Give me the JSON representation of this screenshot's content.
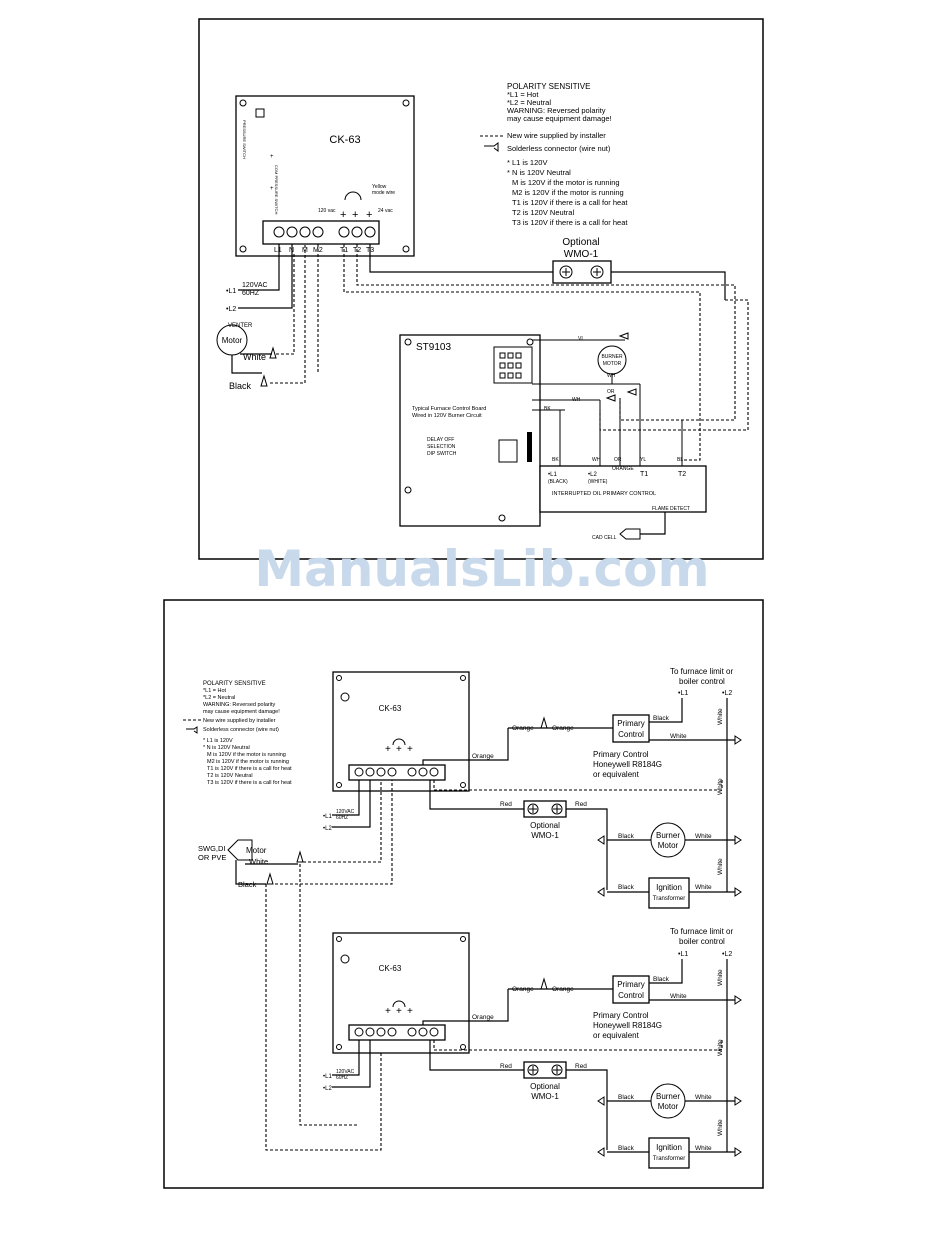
{
  "watermark": "ManualsLib.com",
  "diagram1": {
    "ck_label": "CK-63",
    "yellow_wire": [
      "Yellow",
      "mode wire"
    ],
    "v120": "120 vac",
    "v24": "24 vac",
    "side_labels": [
      "PRESSURE SWITCH",
      "COM PRESSURE SWITCH"
    ],
    "terminals": [
      "L1",
      "N",
      "M",
      "M2",
      "T1",
      "T2",
      "T3"
    ],
    "supply": [
      "120VAC",
      "60HZ"
    ],
    "l1": "•L1",
    "l2": "•L2",
    "vent": "VENTER",
    "motor": "Motor",
    "white": "White",
    "black": "Black",
    "wmo": [
      "Optional",
      "WMO-1"
    ],
    "st": "ST9103",
    "board_note": [
      "Typical Furnace Control Board",
      "Wired in 120V Burner Circuit"
    ],
    "delay": [
      "DELAY OFF",
      "SELECTION",
      "DIP SWITCH"
    ],
    "burner": [
      "BURNER",
      "MOTOR"
    ],
    "wire_tags": [
      "VI",
      "BK",
      "WH",
      "OR",
      "WH",
      "BK",
      "WH",
      "OR",
      "YL",
      "BL"
    ],
    "control_terms": [
      "•L1",
      "•L2",
      "T1",
      "T2"
    ],
    "control_notes": [
      "(BLACK)",
      "(WHITE)",
      "ORANGE"
    ],
    "interrupted": "INTERRUPTED OIL PRIMARY CONTROL",
    "flame": "FLAME DETECT",
    "cad": "CAD CELL"
  },
  "legend1": {
    "title": "POLARITY SENSITIVE",
    "l1": "*L1 = Hot",
    "l2": "*L2 = Neutral",
    "warn": [
      "WARNING: Reversed polarity",
      "may cause equipment damage!"
    ],
    "newwire": "New wire supplied by installer",
    "nut": "Solderless connector (wire nut)",
    "items": [
      "* L1 is 120V",
      "* N is 120V Neutral",
      "M is 120V if the motor is running",
      "M2 is 120V if the motor is running",
      "T1 is 120V if there is a call for heat",
      "T2 is 120V Neutral",
      "T3 is 120V if there is a call for heat"
    ]
  },
  "diagram2": {
    "ck_label": "CK-63",
    "to_furnace": [
      "To furnace limit or",
      "boiler control"
    ],
    "primary": [
      "Primary",
      "Control"
    ],
    "primary_note": [
      "Primary Control",
      "Honeywell R8184G",
      "or equivalent"
    ],
    "orange": "Orange",
    "red": "Red",
    "black": "Black",
    "white": "White",
    "wmo": [
      "Optional",
      "WMO-1"
    ],
    "burner": [
      "Burner",
      "Motor"
    ],
    "ignition": [
      "Ignition",
      "Transformer"
    ],
    "supply": [
      "120VAC",
      "60HZ"
    ],
    "l1": "•L1",
    "l2": "•L2",
    "motor": "Motor",
    "swg": [
      "SWG,DI",
      "OR PVE"
    ]
  },
  "legend2": {
    "title": "POLARITY SENSITIVE",
    "l1": "*L1 = Hot",
    "l2": "*L2 = Neutral",
    "warn": [
      "WARNING: Reversed polarity",
      "may cause equipment damage!"
    ],
    "newwire": "New wire supplied by installer",
    "nut": "Solderless connector (wire nut)",
    "items": [
      "* L1 is 120V",
      "* N is 120V Neutral",
      "M is 120V if the motor is running",
      "M2 is 120V if the motor is running",
      "T1 is 120V if there is a call for heat",
      "T2 is 120V Neutral",
      "T3 is 120V if there is a call for heat"
    ]
  },
  "diagram3": {
    "ck_label": "CK-63",
    "to_furnace": [
      "To furnace limit or",
      "boiler control"
    ],
    "primary": [
      "Primary",
      "Control"
    ],
    "primary_note": [
      "Primary Control",
      "Honeywell R8184G",
      "or equivalent"
    ],
    "orange": "Orange",
    "red": "Red",
    "black": "Black",
    "white": "White",
    "wmo": [
      "Optional",
      "WMO-1"
    ],
    "burner": [
      "Burner",
      "Motor"
    ],
    "ignition": [
      "Ignition",
      "Transformer"
    ],
    "supply": [
      "120VAC",
      "60HZ"
    ],
    "l1": "•L1",
    "l2": "•L2"
  }
}
